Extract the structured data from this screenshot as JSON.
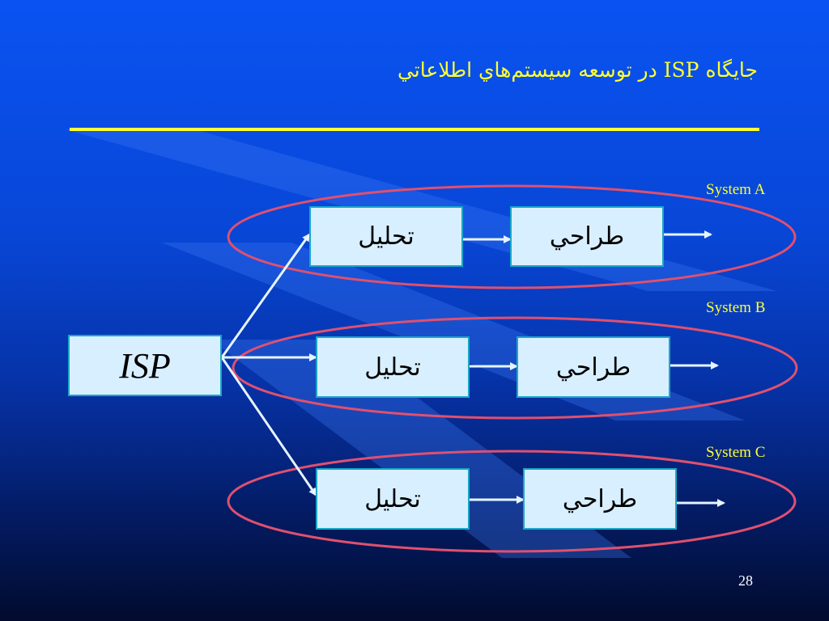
{
  "slide": {
    "title": "جايگاه ISP در توسعه سيستم‌هاي اطلاعاتي",
    "page_number": "28"
  },
  "source_box": {
    "label": "ISP"
  },
  "systems": [
    {
      "name": "System A",
      "analysis_label": "تحليل",
      "design_label": "طراحي"
    },
    {
      "name": "System B",
      "analysis_label": "تحليل",
      "design_label": "طراحي"
    },
    {
      "name": "System C",
      "analysis_label": "تحليل",
      "design_label": "طراحي"
    }
  ],
  "colors": {
    "background_top": "#0a53f2",
    "background_bottom": "#020b2e",
    "title_text": "#ffff33",
    "rule_line": "#ffff33",
    "ellipse_stroke": "#e0506f",
    "box_fill": "#d8efff",
    "box_border": "#1aa7c8",
    "arrow": "#e6f4ff",
    "decor_stripe": "#3e7cf7"
  }
}
